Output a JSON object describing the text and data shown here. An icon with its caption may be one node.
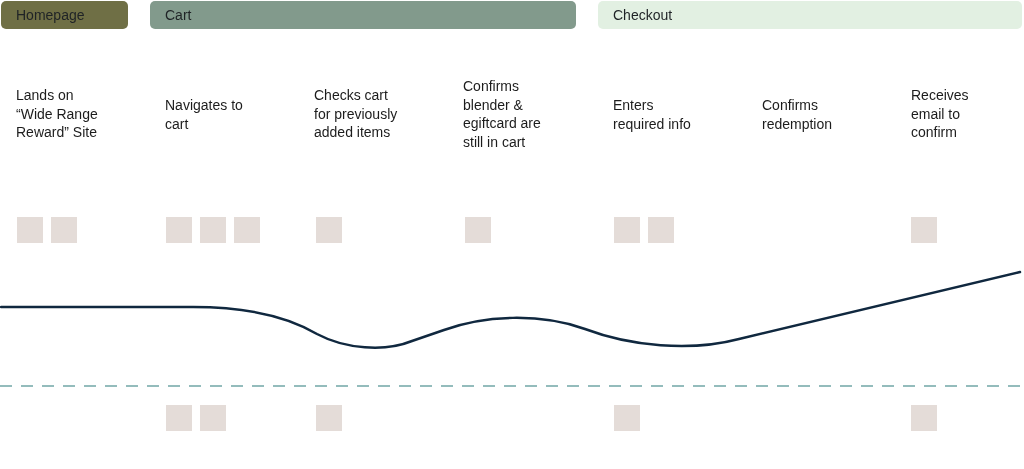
{
  "diagram": {
    "nodes": [
      {
        "text": [
          "Homepage"
        ]
      },
      {
        "text": [
          "Cart"
        ]
      },
      {
        "text": [
          "Checkout"
        ]
      },
      {
        "text": [],
        "shape": "box"
      },
      {
        "text": [],
        "shape": "box"
      },
      {
        "text": [],
        "shape": "box"
      },
      {
        "text": [],
        "shape": "box"
      },
      {
        "text": [],
        "shape": "box"
      },
      {
        "text": [],
        "shape": "box"
      },
      {
        "text": [],
        "shape": "box"
      },
      {
        "text": [],
        "shape": "box"
      },
      {
        "text": [],
        "shape": "box"
      },
      {
        "text": [],
        "shape": "box"
      },
      {
        "text": [],
        "shape": "box"
      },
      {
        "text": [],
        "shape": "box"
      },
      {
        "text": [],
        "shape": "box"
      },
      {
        "text": [],
        "shape": "box"
      },
      {
        "text": [],
        "shape": "box"
      }
    ],
    "labels": [
      "Lands on “Wide Range Reward” Site",
      "Navigates to cart",
      "Checks cart for previously added items",
      "Confirms blender & egiftcard are still in cart",
      "Enters required info",
      "Confirms redemption",
      "Receives email to confirm"
    ]
  }
}
